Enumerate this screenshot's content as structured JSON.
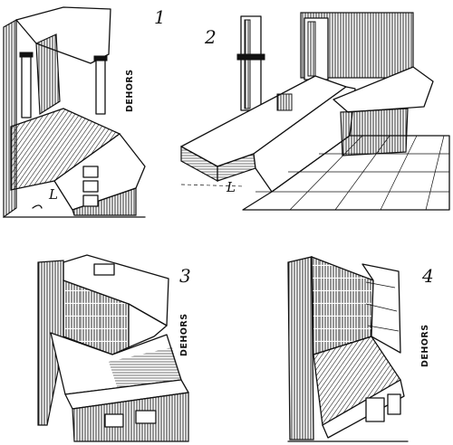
{
  "figures": [
    {
      "number": "1",
      "label": "DEHORS"
    },
    {
      "number": "2",
      "label": ""
    },
    {
      "number": "3",
      "label": "DEHORS"
    },
    {
      "number": "4",
      "label": "DEHORS"
    }
  ],
  "marks": {
    "fig1_letter": "L",
    "fig2_letter": "L"
  },
  "colors": {
    "ink": "#111111",
    "paper": "#ffffff"
  }
}
